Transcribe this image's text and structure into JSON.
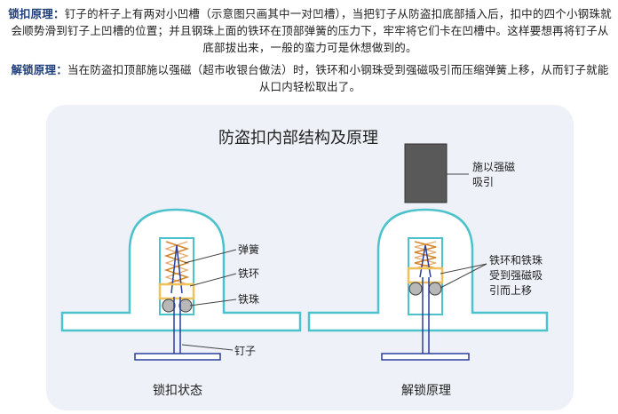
{
  "intro": {
    "lock_heading": "锁扣原理：",
    "lock_text": "钉子的杆子上有两对小凹槽（示意图只画其中一对凹槽），当把钉子从防盗扣底部插入后，扣中的四个小钢珠就会顺势滑到钉子上凹槽的位置；并且钢珠上面的铁环在顶部弹簧的压力下，牢牢将它们卡在凹槽中。这样要想再将钉子从底部拔出来，一般的蛮力可是休想做到的。",
    "unlock_heading": "解锁原理：",
    "unlock_text": "当在防盗扣顶部施以强磁（超市收银台做法）时，铁环和小钢珠受到强磁吸引而压缩弹簧上移，从而钉子就能从口内轻松取出了。"
  },
  "diagram": {
    "title": "防盗扣内部结构及原理",
    "left": {
      "caption": "锁扣状态",
      "labels": {
        "spring": "弹簧",
        "ring": "铁环",
        "ball": "铁珠",
        "nail": "钉子"
      }
    },
    "right": {
      "caption": "解锁原理",
      "magnet_label_1": "施以强磁",
      "magnet_label_2": "吸引",
      "move_label_1": "铁环和铁珠",
      "move_label_2": "受到强磁吸",
      "move_label_3": "引而上移"
    }
  },
  "colors": {
    "outline": "#4cc2cc",
    "spring": "#d4862c",
    "ring": "#f0c15a",
    "magnet": "#595959",
    "ball": "#b8b8b8",
    "nail": "#2a3f9a",
    "heading": "#1f3f7a"
  }
}
